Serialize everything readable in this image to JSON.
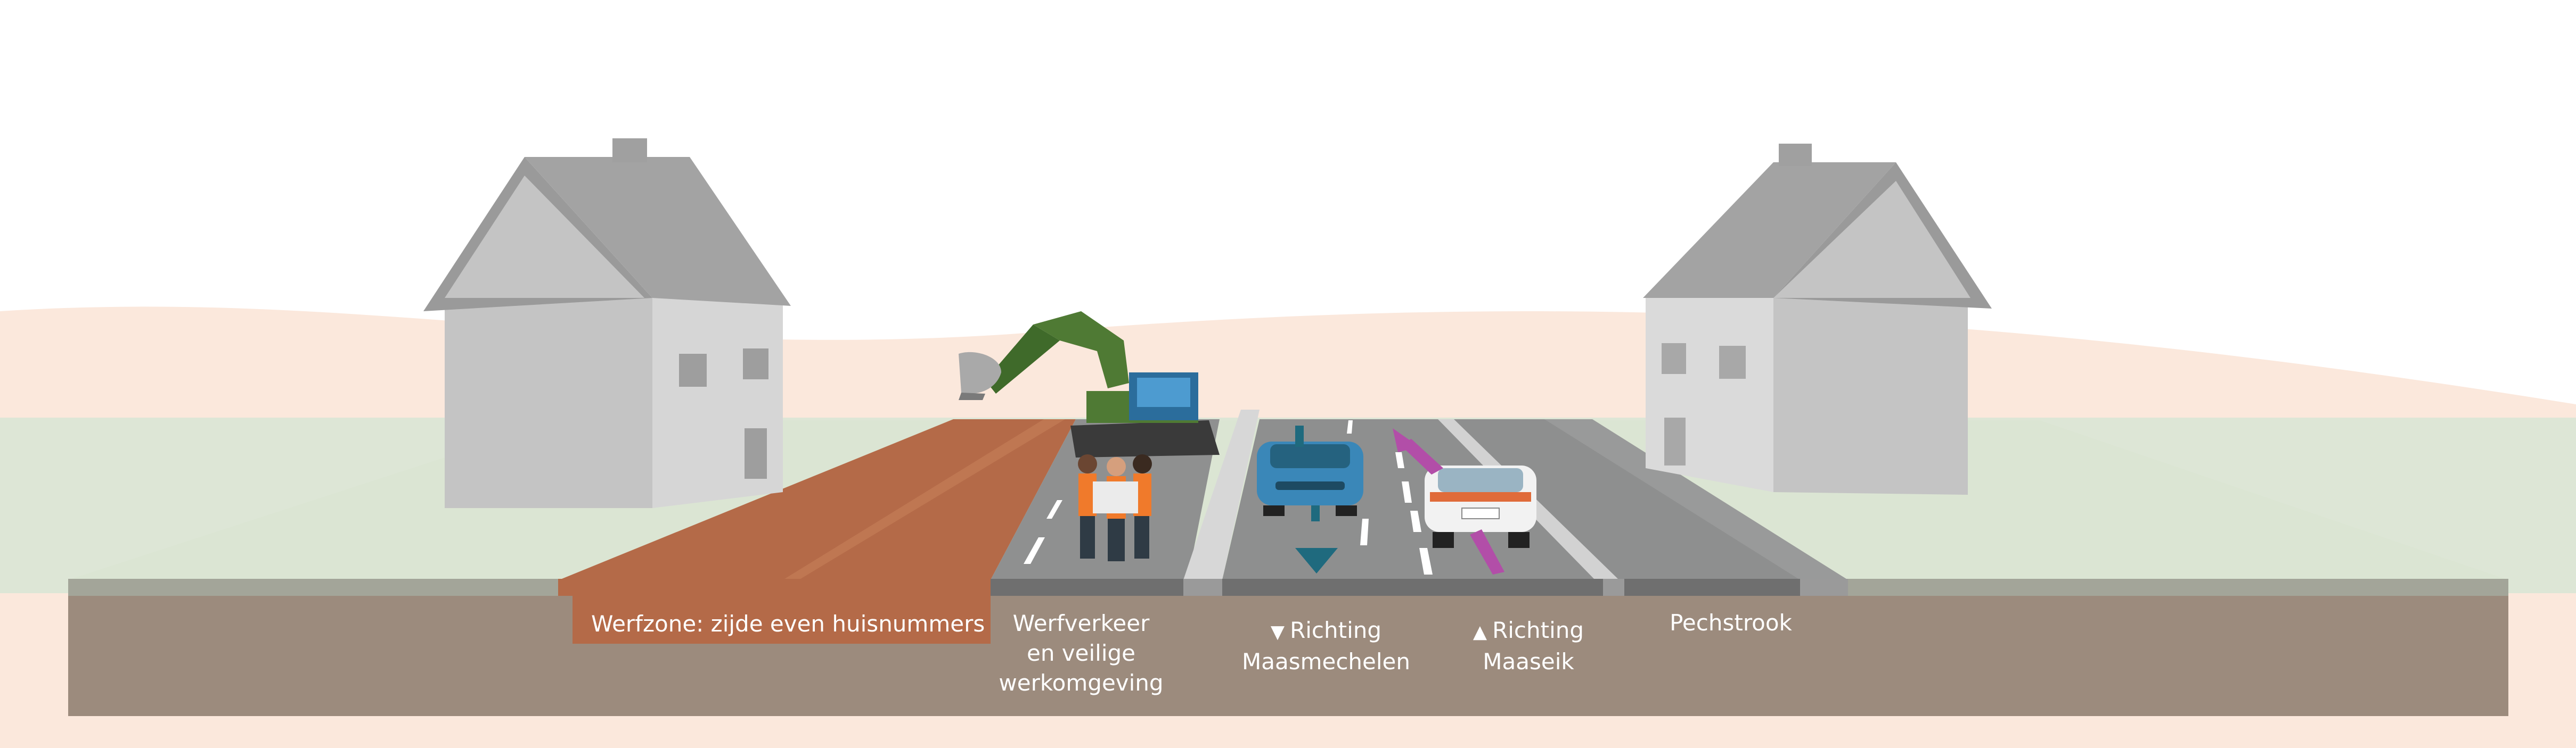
{
  "labels": {
    "werfzone": "Werfzone: zijde even huisnummers",
    "werfverkeer": [
      "Werfverkeer",
      "en veilige",
      "werkomgeving"
    ],
    "richting_maasmechelen": [
      "Richting",
      "Maasmechelen"
    ],
    "richting_maaseik": [
      "Richting",
      "Maaseik"
    ],
    "pechstrook": "Pechstrook"
  },
  "icons": {
    "down": "▼",
    "up": "▲"
  },
  "colors": {
    "worksite": "#b46a48",
    "asphalt": "#8e8f8f",
    "ground": "#9c8b7d",
    "grass": "#dde6d6",
    "arrow_maasmechelen": "#1f6a7e",
    "arrow_maaseik": "#b24ea8",
    "car_blue": "#3a87b8",
    "car_white": "#f2f2f2",
    "excavator": "#4f7a34"
  }
}
